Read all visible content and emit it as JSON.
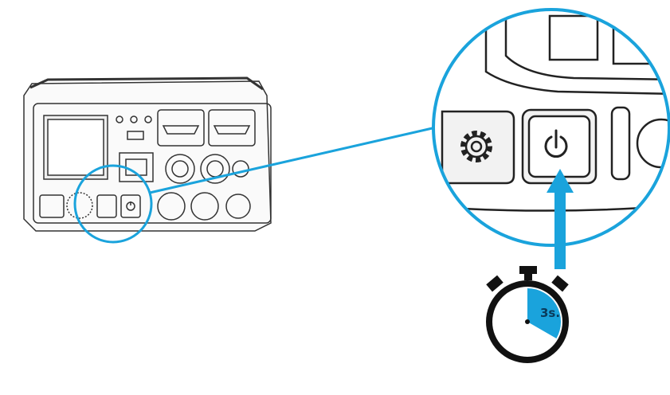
{
  "stopwatch": {
    "label": "3s.",
    "seconds": 3,
    "fraction_of_dial": 0.333
  },
  "colors": {
    "accent": "#1aa3dc",
    "outline": "#1a1a1a"
  },
  "icons": [
    "camera-device",
    "gear-icon",
    "power-icon",
    "stopwatch-icon",
    "arrow-up-icon"
  ]
}
